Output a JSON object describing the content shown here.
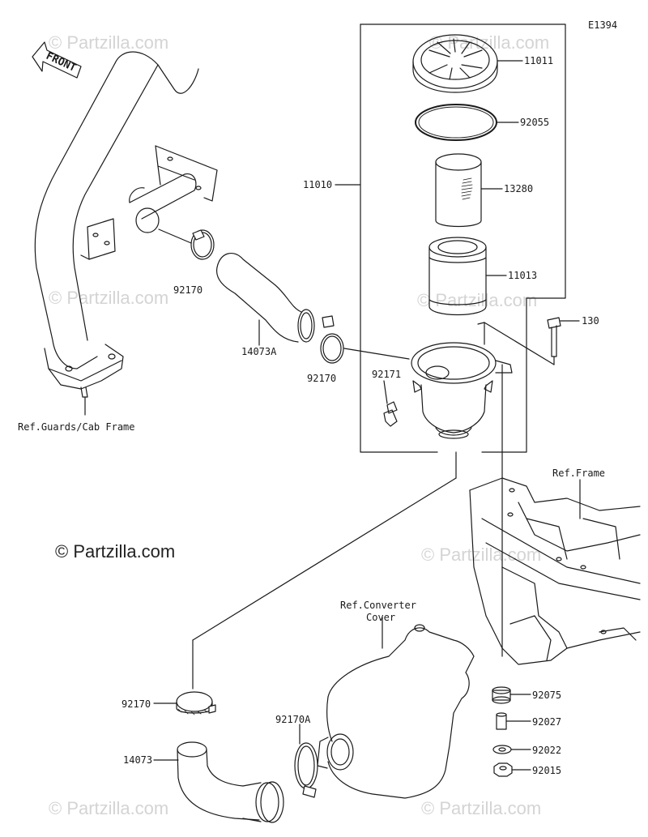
{
  "diagram_id": "E1394",
  "front_label": "FRONT",
  "copyright": "© Partzilla.com",
  "watermark": "© Partzilla.com",
  "refs": {
    "guards": "Ref.Guards/Cab Frame",
    "frame": "Ref.Frame",
    "converter_line1": "Ref.Converter",
    "converter_line2": "Cover"
  },
  "parts": {
    "p11011": "11011",
    "p92055": "92055",
    "p11010": "11010",
    "p13280": "13280",
    "p11013": "11013",
    "p130": "130",
    "p92170_a": "92170",
    "p14073A": "14073A",
    "p92170_b": "92170",
    "p92171": "92171",
    "p92170_c": "92170",
    "p92170A": "92170A",
    "p14073": "14073",
    "p92075": "92075",
    "p92027": "92027",
    "p92022": "92022",
    "p92015": "92015"
  },
  "colors": {
    "line": "#1a1a1a",
    "watermark": "#d4d4d4"
  }
}
